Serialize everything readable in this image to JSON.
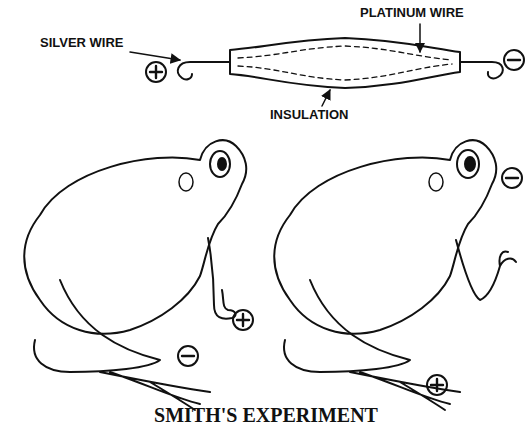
{
  "diagram": {
    "caption": "SMITH'S EXPERIMENT",
    "labels": [
      "SILVER WIRE",
      "PLATINUM WIRE",
      "INSULATION"
    ]
  }
}
